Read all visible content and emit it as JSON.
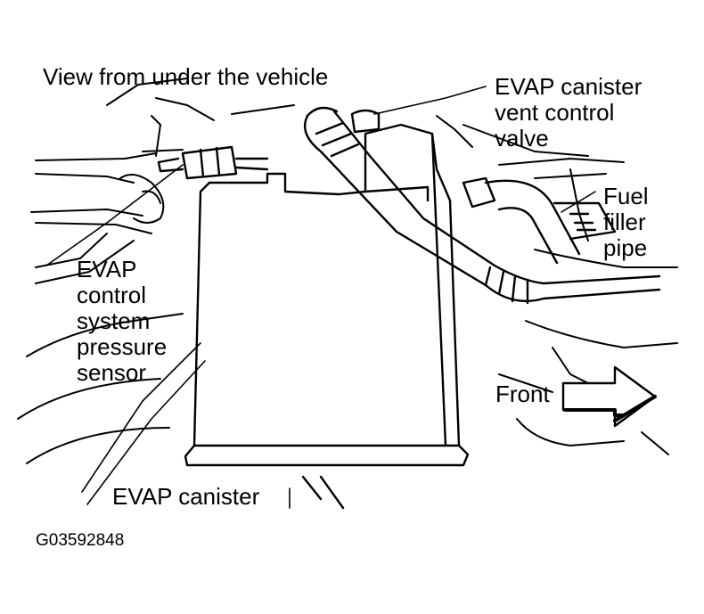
{
  "labels": {
    "view_title": "View from under the vehicle",
    "vent_valve": [
      "EVAP canister",
      "vent control",
      "valve"
    ],
    "fuel_filler": [
      "Fuel",
      "filler",
      "pipe"
    ],
    "pressure_sensor": [
      "EVAP",
      "control",
      "system",
      "pressure",
      "sensor"
    ],
    "front": "Front",
    "canister": "EVAP canister",
    "figure_id": "G03592848"
  },
  "colors": {
    "ink": "#000000",
    "paper": "#ffffff"
  }
}
